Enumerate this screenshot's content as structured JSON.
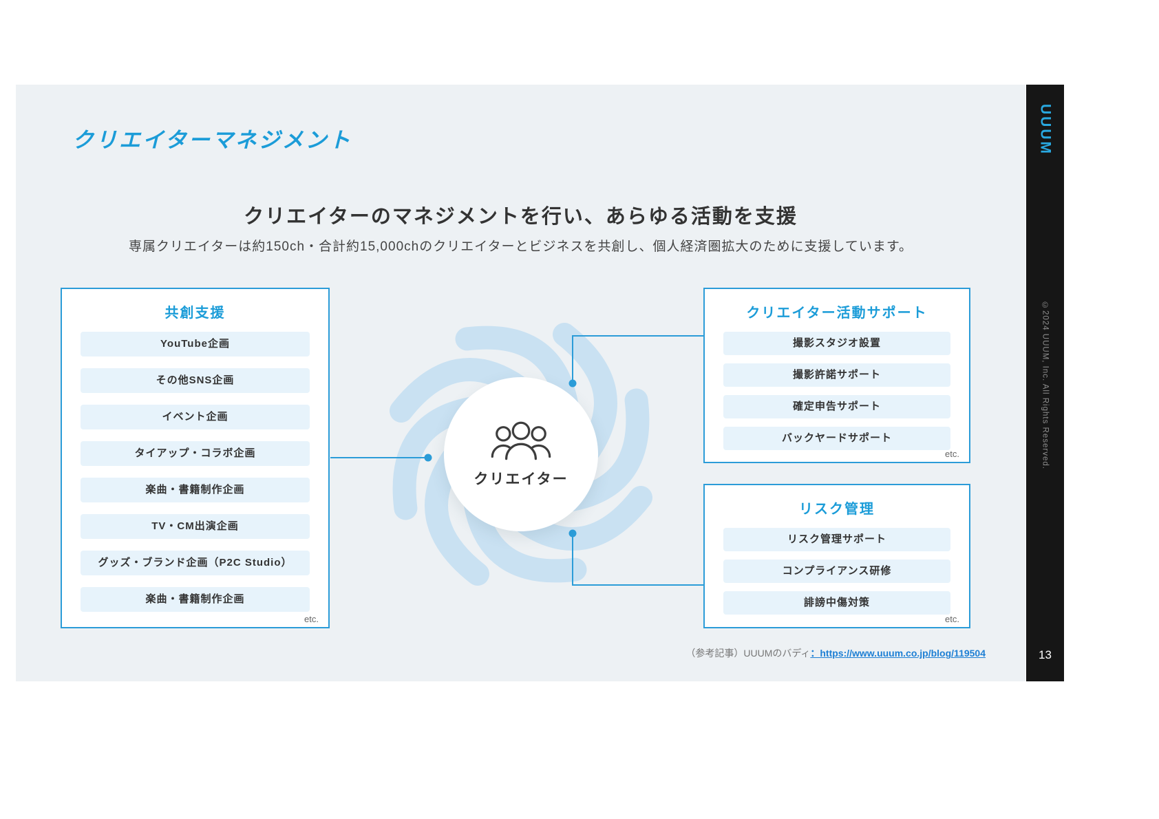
{
  "slide": {
    "title": "クリエイターマネジメント",
    "heading": "クリエイターのマネジメントを行い、あらゆる活動を支援",
    "subheading": "専属クリエイターは約150ch・合計約15,000chのクリエイターとビジネスを共創し、個人経済圏拡大のために支援しています。",
    "reference": {
      "prefix": "（参考記事）UUUMのバディ",
      "link": "：https://www.uuum.co.jp/blog/119504"
    }
  },
  "sidebar": {
    "logo": "UUUM",
    "copyright": "©2024 UUUM, Inc. All Rights Reserved.",
    "page_number": "13"
  },
  "diagram": {
    "center_label": "クリエイター",
    "boxes": {
      "left": {
        "title": "共創支援",
        "items": [
          "YouTube企画",
          "その他SNS企画",
          "イベント企画",
          "タイアップ・コラボ企画",
          "楽曲・書籍制作企画",
          "TV・CM出演企画",
          "グッズ・ブランド企画（P2C Studio）",
          "楽曲・書籍制作企画"
        ],
        "etc": "etc."
      },
      "right_top": {
        "title": "クリエイター活動サポート",
        "items": [
          "撮影スタジオ設置",
          "撮影許諾サポート",
          "確定申告サポート",
          "バックヤードサポート"
        ],
        "etc": "etc."
      },
      "right_bottom": {
        "title": "リスク管理",
        "items": [
          "リスク管理サポート",
          "コンプライアンス研修",
          "誹謗中傷対策"
        ],
        "etc": "etc."
      }
    }
  },
  "colors": {
    "accent_blue": "#1b9cd8",
    "pill_bg": "#e7f3fb",
    "swirl": "#c9e1f2",
    "slide_bg": "#edf1f4",
    "sidebar_bg": "#161616"
  }
}
